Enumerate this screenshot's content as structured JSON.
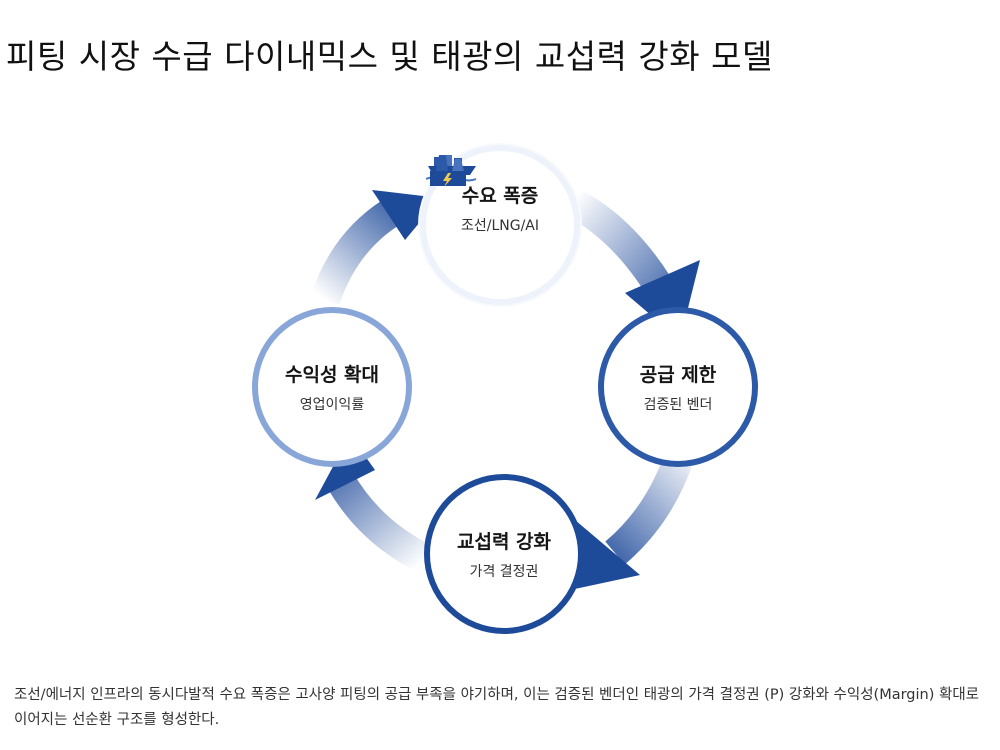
{
  "title": "피팅 시장 수급 다이내믹스 및 태광의 교섭력 강화 모델",
  "nodes": {
    "top": {
      "title": "수요 폭증",
      "sub": "조선/LNG/AI",
      "icons": [
        "ship-icon",
        "power-plant-icon"
      ]
    },
    "right": {
      "title": "공급 제한",
      "sub": "검증된 벤더"
    },
    "bottom": {
      "title": "교섭력 강화",
      "sub": "가격 결정권"
    },
    "left": {
      "title": "수익성 확대",
      "sub": "영업이익률"
    }
  },
  "caption": "조선/에너지 인프라의 동시다발적 수요 폭증은 고사양 피팅의 공급 부족을 야기하며, 이는 검증된 벤더인 태광의 가격 결정권 (P) 강화와 수익성(Margin) 확대로 이어지는 선순환 구조를 형성한다.",
  "colors": {
    "dark_blue": "#1e4a9a",
    "mid_blue": "#2c5aa8",
    "light_blue": "#89a6d8",
    "pale_blue": "#eef3fb"
  }
}
